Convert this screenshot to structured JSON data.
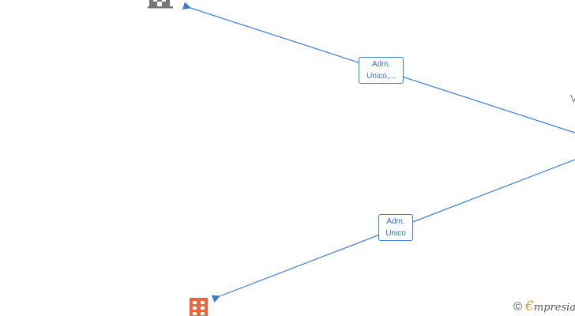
{
  "nodes": [
    {
      "id": "company-top",
      "icon": "building-icon",
      "color": "#777777"
    },
    {
      "id": "company-bottom",
      "icon": "building-icon",
      "color": "#f0643a"
    }
  ],
  "edges": [
    {
      "from": "person-right",
      "to": "company-top",
      "label_lines": [
        "Adm.",
        "Unico,..."
      ],
      "color": "#3a7bd5"
    },
    {
      "from": "person-right",
      "to": "company-bottom",
      "label_lines": [
        "Adm.",
        "Unico"
      ],
      "color": "#3a7bd5"
    }
  ],
  "partial_label": "V",
  "watermark": {
    "copyright": "©",
    "brand_initial": "€",
    "brand_rest": "mpresia"
  }
}
